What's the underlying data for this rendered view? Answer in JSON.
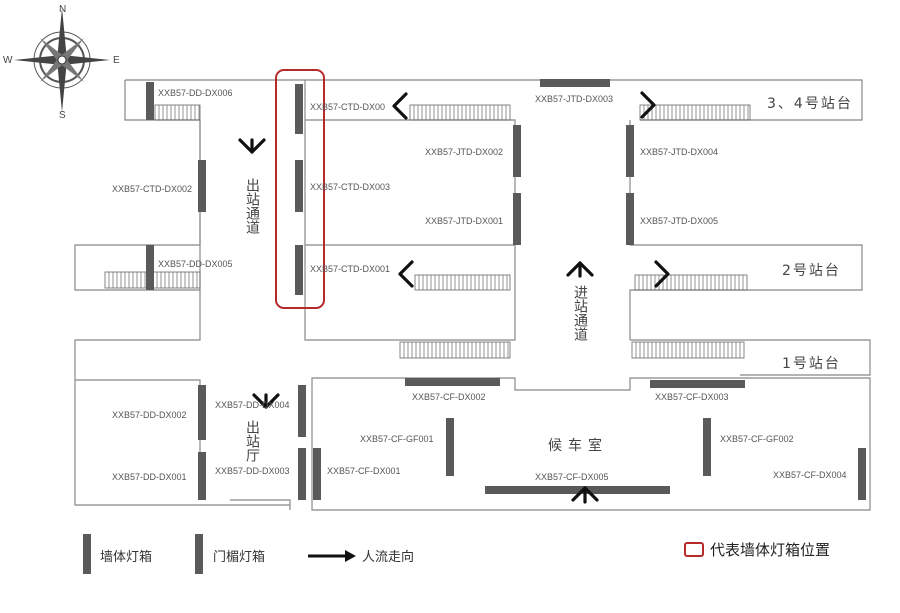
{
  "compass": {
    "n": "N",
    "s": "S",
    "e": "E",
    "w": "W"
  },
  "platforms": {
    "p34": "3、4号站台",
    "p2": "2号站台",
    "p1": "1号站台"
  },
  "passages": {
    "exit": "出站通道",
    "entry": "进站通道",
    "exit_hall": "出站厅",
    "waiting": "候车室"
  },
  "labels": {
    "dd006": "XXB57-DD-DX006",
    "dd005": "XXB57-DD-DX005",
    "ctd002": "XXB57-CTD-DX002",
    "ctd_top": "XXB57-CTD-DX00",
    "ctd003": "XXB57-CTD-DX003",
    "ctd001": "XXB57-CTD-DX001",
    "jtd003": "XXB57-JTD-DX003",
    "jtd002": "XXB57-JTD-DX002",
    "jtd001": "XXB57-JTD-DX001",
    "jtd004": "XXB57-JTD-DX004",
    "jtd005": "XXB57-JTD-DX005",
    "dd002": "XXB57-DD-DX002",
    "dd001": "XXB57-DD-DX001",
    "dd004": "XXB57-DD-DX004",
    "dd003": "XXB57-DD-DX003",
    "cf002": "XXB57-CF-DX002",
    "cf003": "XXB57-CF-DX003",
    "cfgf001": "XXB57-CF-GF001",
    "cfgf002": "XXB57-CF-GF002",
    "cf001": "XXB57-CF-DX001",
    "cf005": "XXB57-CF-DX005",
    "cf004": "XXB57-CF-DX004"
  },
  "legend": {
    "wall": "墙体灯箱",
    "door": "门楣灯箱",
    "flow": "人流走向",
    "position": "代表墙体灯箱位置"
  },
  "colors": {
    "highlight": "#b52a2a",
    "box": "#5a5a5a",
    "wall": "#888888"
  }
}
